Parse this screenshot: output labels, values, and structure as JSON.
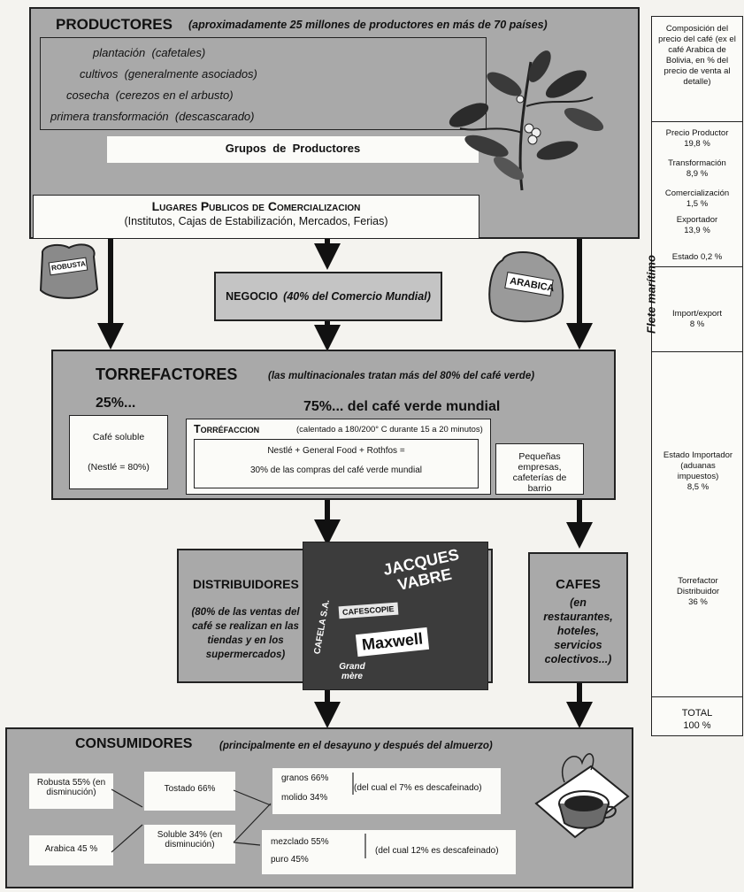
{
  "productores": {
    "title": "PRODUCTORES",
    "subtitle": "(aproximadamente 25 millones de productores en más de 70 países)",
    "items": [
      "plantación  (cafetales)",
      "cultivos  (generalmente asociados)",
      "cosecha  (cerezos en el arbusto)",
      "primera transformación  (descascarado)"
    ],
    "grupos": "Grupos  de  Productores",
    "lugares_title": "Lugares Publicos de Comercializacion",
    "lugares_sub": "(Institutos, Cajas de Estabilización, Mercados, Ferias)"
  },
  "sacks": {
    "robusta": "ROBUSTA",
    "arabica": "ARABICA"
  },
  "negocio": {
    "label": "NEGOCIO",
    "detail": "(40% del Comercio Mundial)"
  },
  "torrefactores": {
    "title": "TORREFACTORES",
    "subtitle": "(las multinacionales tratan más del 80% del café verde)",
    "pct_left": "25%...",
    "pct_right": "75%... del café verde mundial",
    "soluble_label": "Café soluble",
    "soluble_detail": "(Nestlé = 80%)",
    "torrefaccion_title": "Torréfaccion",
    "torrefaccion_detail": "(calentado a 180/200° C durante 15 a 20 minutos)",
    "nestle_line1": "Nestlé + General Food + Rothfos =",
    "nestle_line2": "30% de las compras del café verde mundial",
    "pequenas": "Pequeñas empresas, cafeterías de barrio"
  },
  "distribuidores": {
    "title": "DISTRIBUIDORES",
    "detail": "(80% de las ventas del café se realizan en las tiendas y en los supermercados)",
    "brands": [
      "JACQUES VABRE",
      "CAFESCOPIE",
      "Maxwell",
      "Grand mère",
      "CAFELA S.A."
    ]
  },
  "cafes": {
    "title": "CAFES",
    "detail": "(en restaurantes, hoteles, servicios colectivos...)"
  },
  "consumidores": {
    "title": "CONSUMIDORES",
    "subtitle": "(principalmente en el desayuno y después del almuerzo)",
    "robusta": "Robusta 55% (en disminución)",
    "arabica": "Arabica  45 %",
    "tostado": "Tostado 66%",
    "soluble": "Soluble 34% (en disminución)",
    "granos": "granos  66%",
    "molido": "molido  34%",
    "descaf_7": "(del cual el 7% es descafeinado)",
    "mezclado": "mezclado  55%",
    "puro": "puro  45%",
    "descaf_12": "(del cual 12% es descafeinado)"
  },
  "composicion": {
    "header": "Composición del precio del café (ex el café Arabica de Bolivia, en % del precio de venta al detalle)",
    "items": [
      {
        "name": "Precio Productor",
        "value": "19,8 %"
      },
      {
        "name": "Transformación",
        "value": "8,9 %"
      },
      {
        "name": "Comercialización",
        "value": "1,5 %"
      },
      {
        "name": "Exportador",
        "value": "13,9 %"
      },
      {
        "name": "Estado",
        "value": "0,2 %"
      },
      {
        "name": "Import/export",
        "value": "8 %"
      },
      {
        "name": "Estado Importador (aduanas impuestos)",
        "value": "8,5 %"
      },
      {
        "name": "Torrefactor Distribuidor",
        "value": "36 %"
      }
    ],
    "flete": "Flete marítimo",
    "total_label": "TOTAL",
    "total_value": "100 %"
  }
}
